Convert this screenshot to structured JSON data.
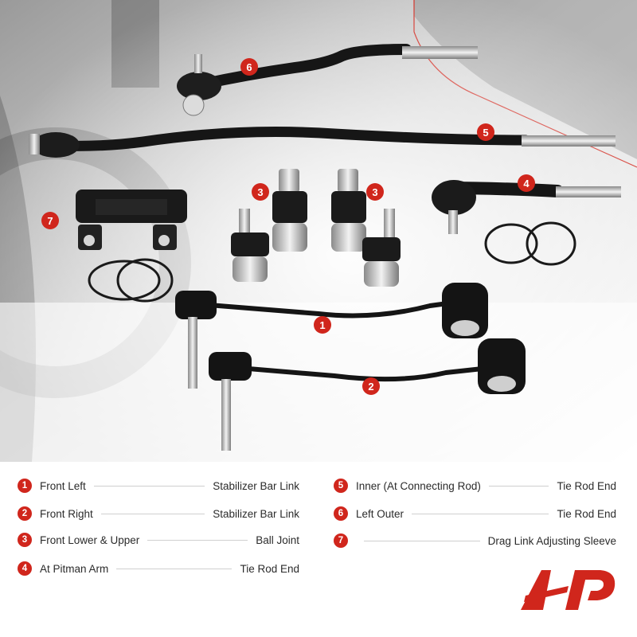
{
  "colors": {
    "accent": "#d0261c",
    "text": "#2b2b2b",
    "divider": "#cfcfcf",
    "part_black": "#161616"
  },
  "photo_badges": [
    "6",
    "5",
    "3",
    "3",
    "4",
    "7",
    "1",
    "2"
  ],
  "legend": {
    "left": [
      {
        "num": "1",
        "name": "Front Left",
        "part": "Stabilizer Bar Link"
      },
      {
        "num": "2",
        "name": "Front Right",
        "part": "Stabilizer Bar Link"
      },
      {
        "num": "3",
        "name": "Front Lower & Upper",
        "part": "Ball Joint"
      },
      {
        "num": "4",
        "name": "At Pitman Arm",
        "part": "Tie Rod End"
      }
    ],
    "right": [
      {
        "num": "5",
        "name": "Inner (At Connecting Rod)",
        "part": "Tie Rod End"
      },
      {
        "num": "6",
        "name": "Left Outer",
        "part": "Tie Rod End"
      },
      {
        "num": "7",
        "name": "",
        "part": "Drag Link Adjusting Sleeve"
      }
    ]
  },
  "logo": {
    "icon": "brand-logo"
  }
}
